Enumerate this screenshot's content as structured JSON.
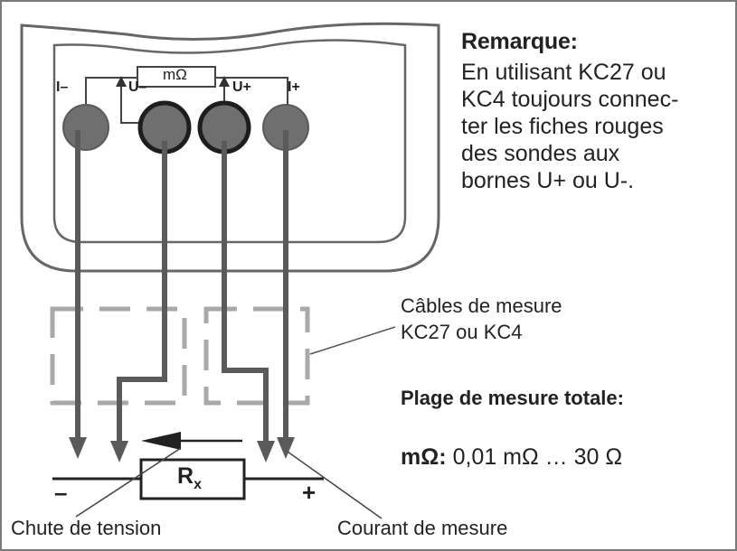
{
  "device": {
    "terminals": [
      "I–",
      "U–",
      "U+",
      "I+"
    ],
    "resistor_label": "mΩ"
  },
  "rx": {
    "main": "R",
    "sub": "x"
  },
  "signs": {
    "minus": "–",
    "plus": "+"
  },
  "remark": {
    "title": "Remarque:",
    "lines": [
      "En utilisant KC27 ou",
      "KC4 toujours connec-",
      "ter les fiches rouges",
      "des sondes aux",
      "bornes U+ ou U-."
    ]
  },
  "cables": {
    "lines": [
      "Câbles de mesure",
      "KC27 ou KC4"
    ]
  },
  "range": {
    "title": "Plage de mesure totale:",
    "prefix": "mΩ:",
    "value": "0,01 mΩ … 30 Ω"
  },
  "labels": {
    "voltage_drop": "Chute de tension",
    "current": "Courant de mesure"
  },
  "colors": {
    "frame": "#7a7a7a",
    "plug_fill": "#6f6f6f",
    "wire": "#5a5a5a",
    "dashed": "#a9a9a9",
    "text": "#222222"
  }
}
